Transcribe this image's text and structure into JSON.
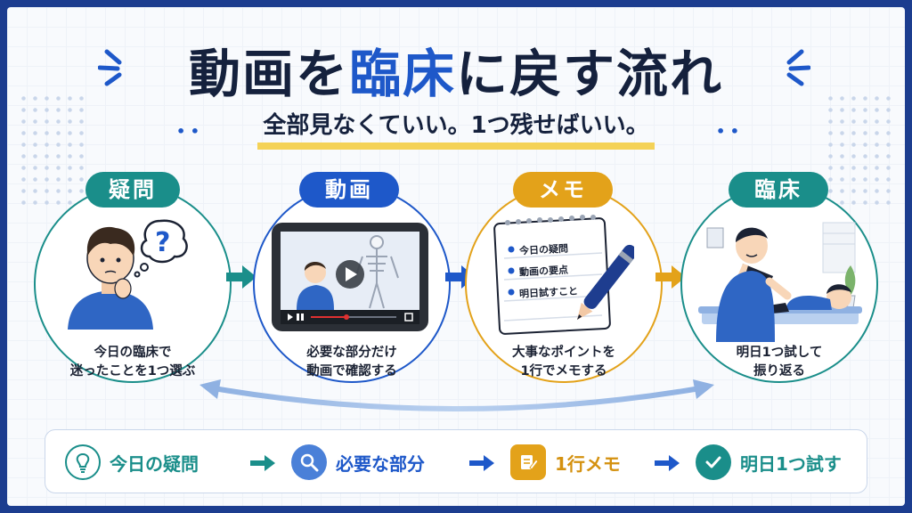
{
  "title": {
    "part1": "動画を",
    "accent": "臨床",
    "part2": "に戻す流れ"
  },
  "subtitle": "全部見なくていい。1つ残せばいい。",
  "steps": [
    {
      "label": "疑問",
      "caption_line1": "今日の臨床で",
      "caption_line2": "迷ったことを1つ選ぶ",
      "color": "#1a8e8a",
      "icon": "thinking-person-illustration"
    },
    {
      "label": "動画",
      "caption_line1": "必要な部分だけ",
      "caption_line2": "動画で確認する",
      "color": "#1e58c9",
      "icon": "tablet-video-illustration"
    },
    {
      "label": "メモ",
      "caption_line1": "大事なポイントを",
      "caption_line2": "1行でメモする",
      "color": "#e3a21a",
      "icon": "notepad-pen-illustration"
    },
    {
      "label": "臨床",
      "caption_line1": "明日1つ試して",
      "caption_line2": "振り返る",
      "color": "#1a8e8a",
      "icon": "therapist-patient-illustration"
    }
  ],
  "memo_items": [
    "今日の疑問",
    "動画の要点",
    "明日試すこと"
  ],
  "summary": [
    {
      "label": "今日の疑問",
      "icon": "lightbulb-icon",
      "color": "#1a8e8a"
    },
    {
      "label": "必要な部分",
      "icon": "search-icon",
      "color": "#1e58c9"
    },
    {
      "label": "1行メモ",
      "icon": "memo-pencil-icon",
      "color": "#e3a21a"
    },
    {
      "label": "明日1つ試す",
      "icon": "check-circle-icon",
      "color": "#1a8e8a"
    }
  ]
}
